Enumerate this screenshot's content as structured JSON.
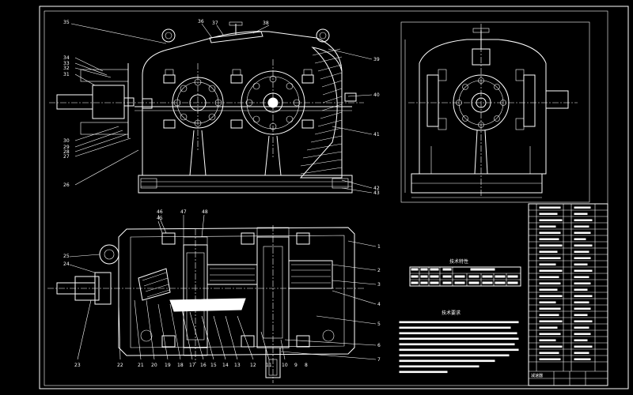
{
  "drawing": {
    "background": "#000000",
    "line_color": "#ffffff",
    "front_view_labels": {
      "l35": "35",
      "l36": "36",
      "l37": "37",
      "l38": "38",
      "l39": "39",
      "l34": "34",
      "l33": "33",
      "l32": "32",
      "l31": "31",
      "l30": "30",
      "l29": "29",
      "l28": "28",
      "l27": "27",
      "l26": "26",
      "l40": "40",
      "l41": "41",
      "l42": "42",
      "l43": "43"
    },
    "plan_view_labels": {
      "l46": "46",
      "l45": "45",
      "l47": "47",
      "l48": "48",
      "l25": "25",
      "l24": "24",
      "l23": "23",
      "l22": "22",
      "l21": "21",
      "l20": "20",
      "l19": "19",
      "l18": "18",
      "l17": "17",
      "l16": "16",
      "l15": "15",
      "l14": "14",
      "l13": "13",
      "l12": "12",
      "l11": "11",
      "l10": "10",
      "l9": "9",
      "l8": "8",
      "l1": "1",
      "l2": "2",
      "l3": "3",
      "l4": "4",
      "l5": "5",
      "l6": "6",
      "l7": "7"
    },
    "tech_table_title": "技术特性",
    "tech_requirements_title": "技术要求",
    "title_block_name": "减速器"
  }
}
